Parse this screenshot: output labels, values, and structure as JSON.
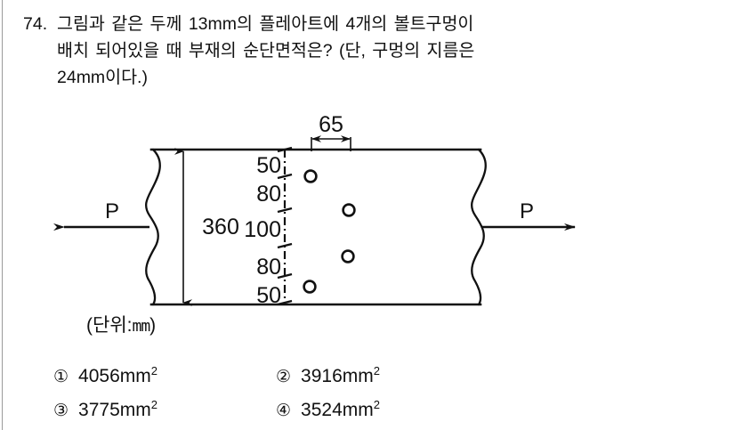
{
  "question": {
    "number": "74.",
    "lines": [
      "그림과 같은 두께 13mm의 플레아트에 4개의 볼트구멍이",
      "배치 되어있을 때 부재의 순단면적은? (단, 구멍의 지름은",
      "24mm이다.)"
    ]
  },
  "figure": {
    "title": "steel-plate-with-bolt-holes",
    "load_label_left": "P",
    "load_label_right": "P",
    "overall_height_label": "360",
    "pitch_top_label": "65",
    "spacing_labels": [
      "50",
      "80",
      "100",
      "80",
      "50"
    ],
    "hole_count": 4,
    "line_color": "#111111"
  },
  "unit_note": {
    "prefix": "(단위",
    "colon": ":",
    "unit": "mm",
    "suffix": ")"
  },
  "choices": [
    {
      "marker": "①",
      "value": "4056mm",
      "exponent": "2"
    },
    {
      "marker": "②",
      "value": "3916mm",
      "exponent": "2"
    },
    {
      "marker": "③",
      "value": "3775mm",
      "exponent": "2"
    },
    {
      "marker": "④",
      "value": "3524mm",
      "exponent": "2"
    }
  ]
}
